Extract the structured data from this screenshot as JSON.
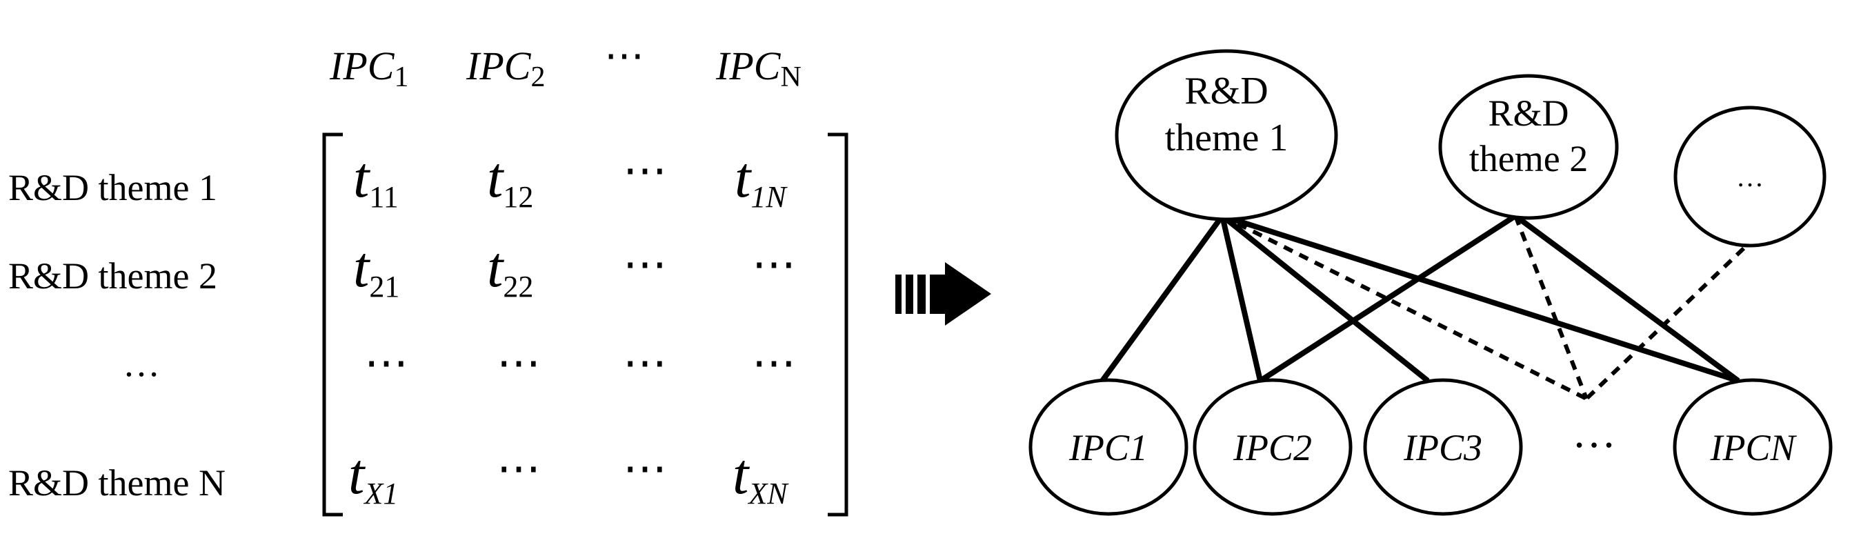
{
  "matrix": {
    "column_headers": [
      {
        "main": "IPC",
        "sub": "1"
      },
      {
        "main": "IPC",
        "sub": "2"
      },
      {
        "main": "⋯",
        "sub": ""
      },
      {
        "main": "IPC",
        "sub": "N"
      }
    ],
    "row_labels": [
      "R&D theme 1",
      "R&D theme 2",
      "…",
      "R&D theme N"
    ],
    "cells": [
      [
        {
          "main": "t",
          "sub": "11"
        },
        {
          "main": "t",
          "sub": "12"
        },
        {
          "main": "⋯",
          "sub": ""
        },
        {
          "main": "t",
          "sub": "1N"
        }
      ],
      [
        {
          "main": "t",
          "sub": "21"
        },
        {
          "main": "t",
          "sub": "22"
        },
        {
          "main": "⋯",
          "sub": ""
        },
        {
          "main": "⋯",
          "sub": ""
        }
      ],
      [
        {
          "main": "⋯",
          "sub": ""
        },
        {
          "main": "⋯",
          "sub": ""
        },
        {
          "main": "⋯",
          "sub": ""
        },
        {
          "main": "⋯",
          "sub": ""
        }
      ],
      [
        {
          "main": "t",
          "sub": "X1"
        },
        {
          "main": "⋯",
          "sub": ""
        },
        {
          "main": "⋯",
          "sub": ""
        },
        {
          "main": "t",
          "sub": "XN"
        }
      ]
    ]
  },
  "network": {
    "themes": [
      {
        "line1": "R&D",
        "line2": "theme 1"
      },
      {
        "line1": "R&D",
        "line2": "theme 2"
      },
      {
        "line1": "…",
        "line2": ""
      }
    ],
    "ipcs": [
      "IPC1",
      "IPC2",
      "IPC3",
      "IPCN"
    ],
    "ellipsis": "…",
    "edges": [
      {
        "from": "theme1",
        "to": "ipc1",
        "style": "solid"
      },
      {
        "from": "theme1",
        "to": "ipc2",
        "style": "solid"
      },
      {
        "from": "theme1",
        "to": "ipc3",
        "style": "solid"
      },
      {
        "from": "theme1",
        "to": "ipcn",
        "style": "solid"
      },
      {
        "from": "theme1",
        "to": "dots",
        "style": "dashed"
      },
      {
        "from": "theme2",
        "to": "ipc2",
        "style": "solid"
      },
      {
        "from": "theme2",
        "to": "dots",
        "style": "dashed"
      },
      {
        "from": "theme2",
        "to": "ipcn",
        "style": "solid"
      },
      {
        "from": "theme3",
        "to": "dots",
        "style": "dashed"
      }
    ]
  }
}
